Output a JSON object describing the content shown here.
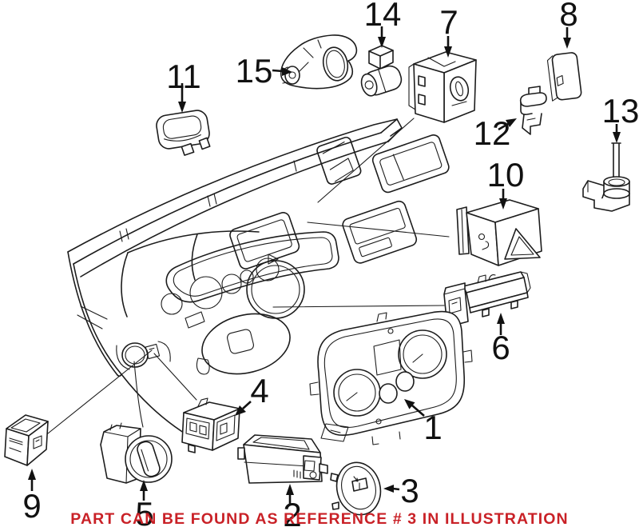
{
  "diagram": {
    "type": "exploded-parts-illustration",
    "subject": "vehicle dashboard switches and instrument cluster",
    "background": "#ffffff",
    "ink_color": "#1c1c1c",
    "caption": {
      "text": "PART CAN BE FOUND AS REFERENCE # 3 IN ILLUSTRATION",
      "color": "#c92127"
    },
    "callouts": [
      {
        "label": "1"
      },
      {
        "label": "2"
      },
      {
        "label": "3"
      },
      {
        "label": "4"
      },
      {
        "label": "5"
      },
      {
        "label": "6"
      },
      {
        "label": "7"
      },
      {
        "label": "8"
      },
      {
        "label": "9"
      },
      {
        "label": "10"
      },
      {
        "label": "11"
      },
      {
        "label": "12"
      },
      {
        "label": "13"
      },
      {
        "label": "14"
      },
      {
        "label": "15"
      }
    ]
  }
}
